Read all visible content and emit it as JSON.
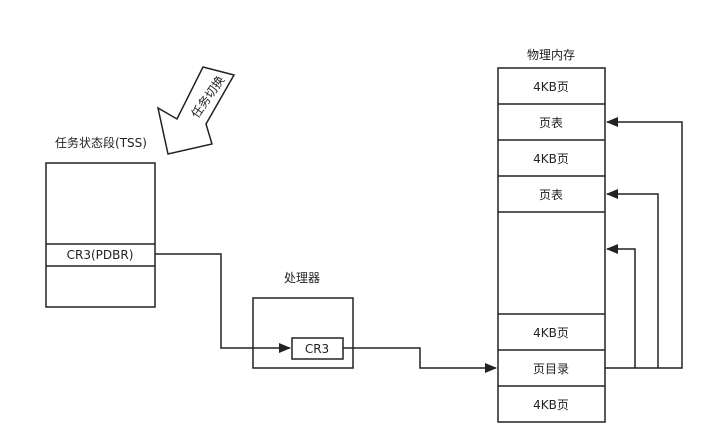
{
  "diagram": {
    "task_switch": {
      "label": "任务切换"
    },
    "tss": {
      "title": "任务状态段(TSS)",
      "cr3_field": "CR3(PDBR)"
    },
    "processor": {
      "title": "处理器",
      "register": "CR3"
    },
    "memory": {
      "title": "物理内存",
      "slots": [
        "4KB页",
        "页表",
        "4KB页",
        "页表",
        "",
        "4KB页",
        "页目录",
        "4KB页"
      ]
    }
  }
}
